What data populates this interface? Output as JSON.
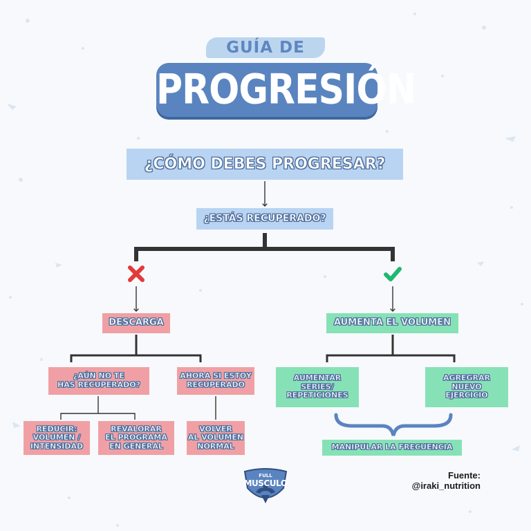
{
  "header": {
    "subtitle": "GUÍA DE",
    "title": "PROGRESIÓN"
  },
  "flowchart": {
    "question_main": "¿CÓMO DEBES PROGRESAR?",
    "question_recovered": "¿ESTÁS RECUPERADO?",
    "no_branch": {
      "mark_icon": "red-x-icon",
      "step": "DESCARGA",
      "not_recovered_question": "¿AÚN NO TE\nHAS RECUPERADO?",
      "now_recovered": "AHORA SI ESTOY\nRECUPERADO",
      "option_reduce": "REDUCIR:\nVOLUMEN /\nINTENSIDAD",
      "option_reassess": "REVALORAR\nEL PROGRAMA\nEN GENERAL",
      "option_return": "VOLVER\nAL VOLUMEN\nNORMAL"
    },
    "yes_branch": {
      "mark_icon": "green-check-icon",
      "step": "AUMENTA EL VOLUMEN",
      "option_sets": "AUMENTAR\nSERIES/\nREPETICIONES",
      "option_exercise": "AGREGRAR\nNUEVO\nEJERCICIO",
      "combined": "MANIPULAR LA FRECUENCIA"
    }
  },
  "footer": {
    "source_label": "Fuente:",
    "source_handle": "@iraki_nutrition",
    "logo_line1": "FULL",
    "logo_line2": "MUSCULO"
  },
  "colors": {
    "title_blue": "#5a84c0",
    "node_blue": "#b8d4f2",
    "node_red": "#f0a0a4",
    "node_green": "#86e2b6",
    "connector": "#333333"
  }
}
